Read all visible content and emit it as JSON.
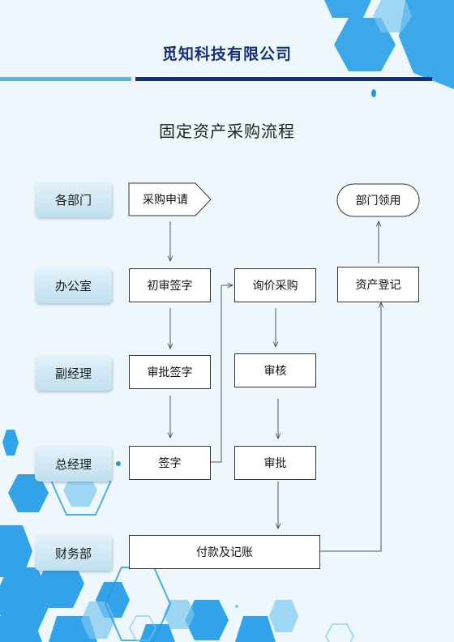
{
  "header": {
    "company": "觅知科技有限公司"
  },
  "title": "固定资产采购流程",
  "departments": [
    "各部门",
    "办公室",
    "副经理",
    "总经理",
    "财务部"
  ],
  "steps": {
    "apply": "采购申请",
    "first_review_sign": "初审签字",
    "approve_sign": "审批签字",
    "sign": "签字",
    "inquiry": "询价采购",
    "audit": "审核",
    "approve": "审批",
    "payment": "付款及记账",
    "register": "资产登记",
    "receive": "部门领用"
  },
  "colors": {
    "brand": "#16307e",
    "accent": "#5bb8dd",
    "hexagon": "#1e9be6"
  }
}
